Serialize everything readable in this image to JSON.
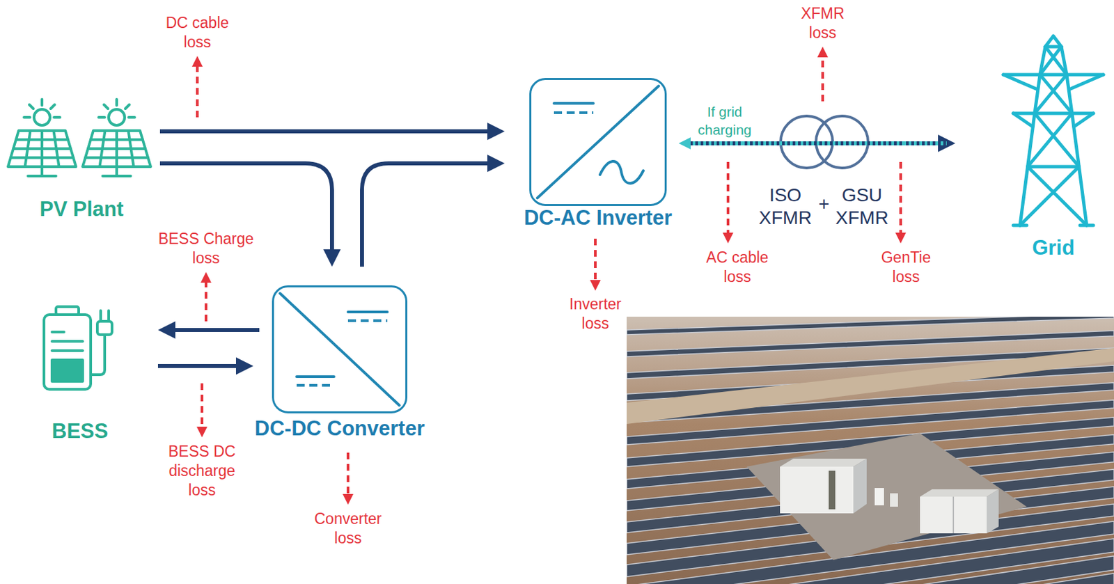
{
  "diagram": {
    "nodes": [
      {
        "text": [
          "PV Plant"
        ]
      },
      {
        "text": [
          "DC-AC Inverter"
        ]
      },
      {
        "text": [
          "ISO XFMR",
          "+",
          "GSU XFMR"
        ]
      },
      {
        "text": [
          "Grid"
        ]
      },
      {
        "text": [
          "BESS"
        ]
      },
      {
        "text": [
          "DC-DC Converter"
        ]
      }
    ],
    "edges": [
      {
        "from": 0,
        "to": 1,
        "arrow": "to"
      },
      {
        "from": 0,
        "to": 5,
        "arrow": "to"
      },
      {
        "from": 5,
        "to": 1,
        "arrow": "to"
      },
      {
        "from": 5,
        "to": 4,
        "arrow": "to"
      },
      {
        "from": 4,
        "to": 5,
        "arrow": "to"
      },
      {
        "from": 2,
        "to": 1,
        "arrow": "to",
        "label": "If grid charging"
      },
      {
        "from": 2,
        "to": 3,
        "arrow": "to"
      }
    ],
    "labels": [
      "XFMR loss",
      "DC cable loss",
      "BESS Charge loss",
      "AC cable loss",
      "GenTie loss",
      "Inverter loss",
      "BESS DC discharge loss",
      "Converter loss"
    ]
  }
}
